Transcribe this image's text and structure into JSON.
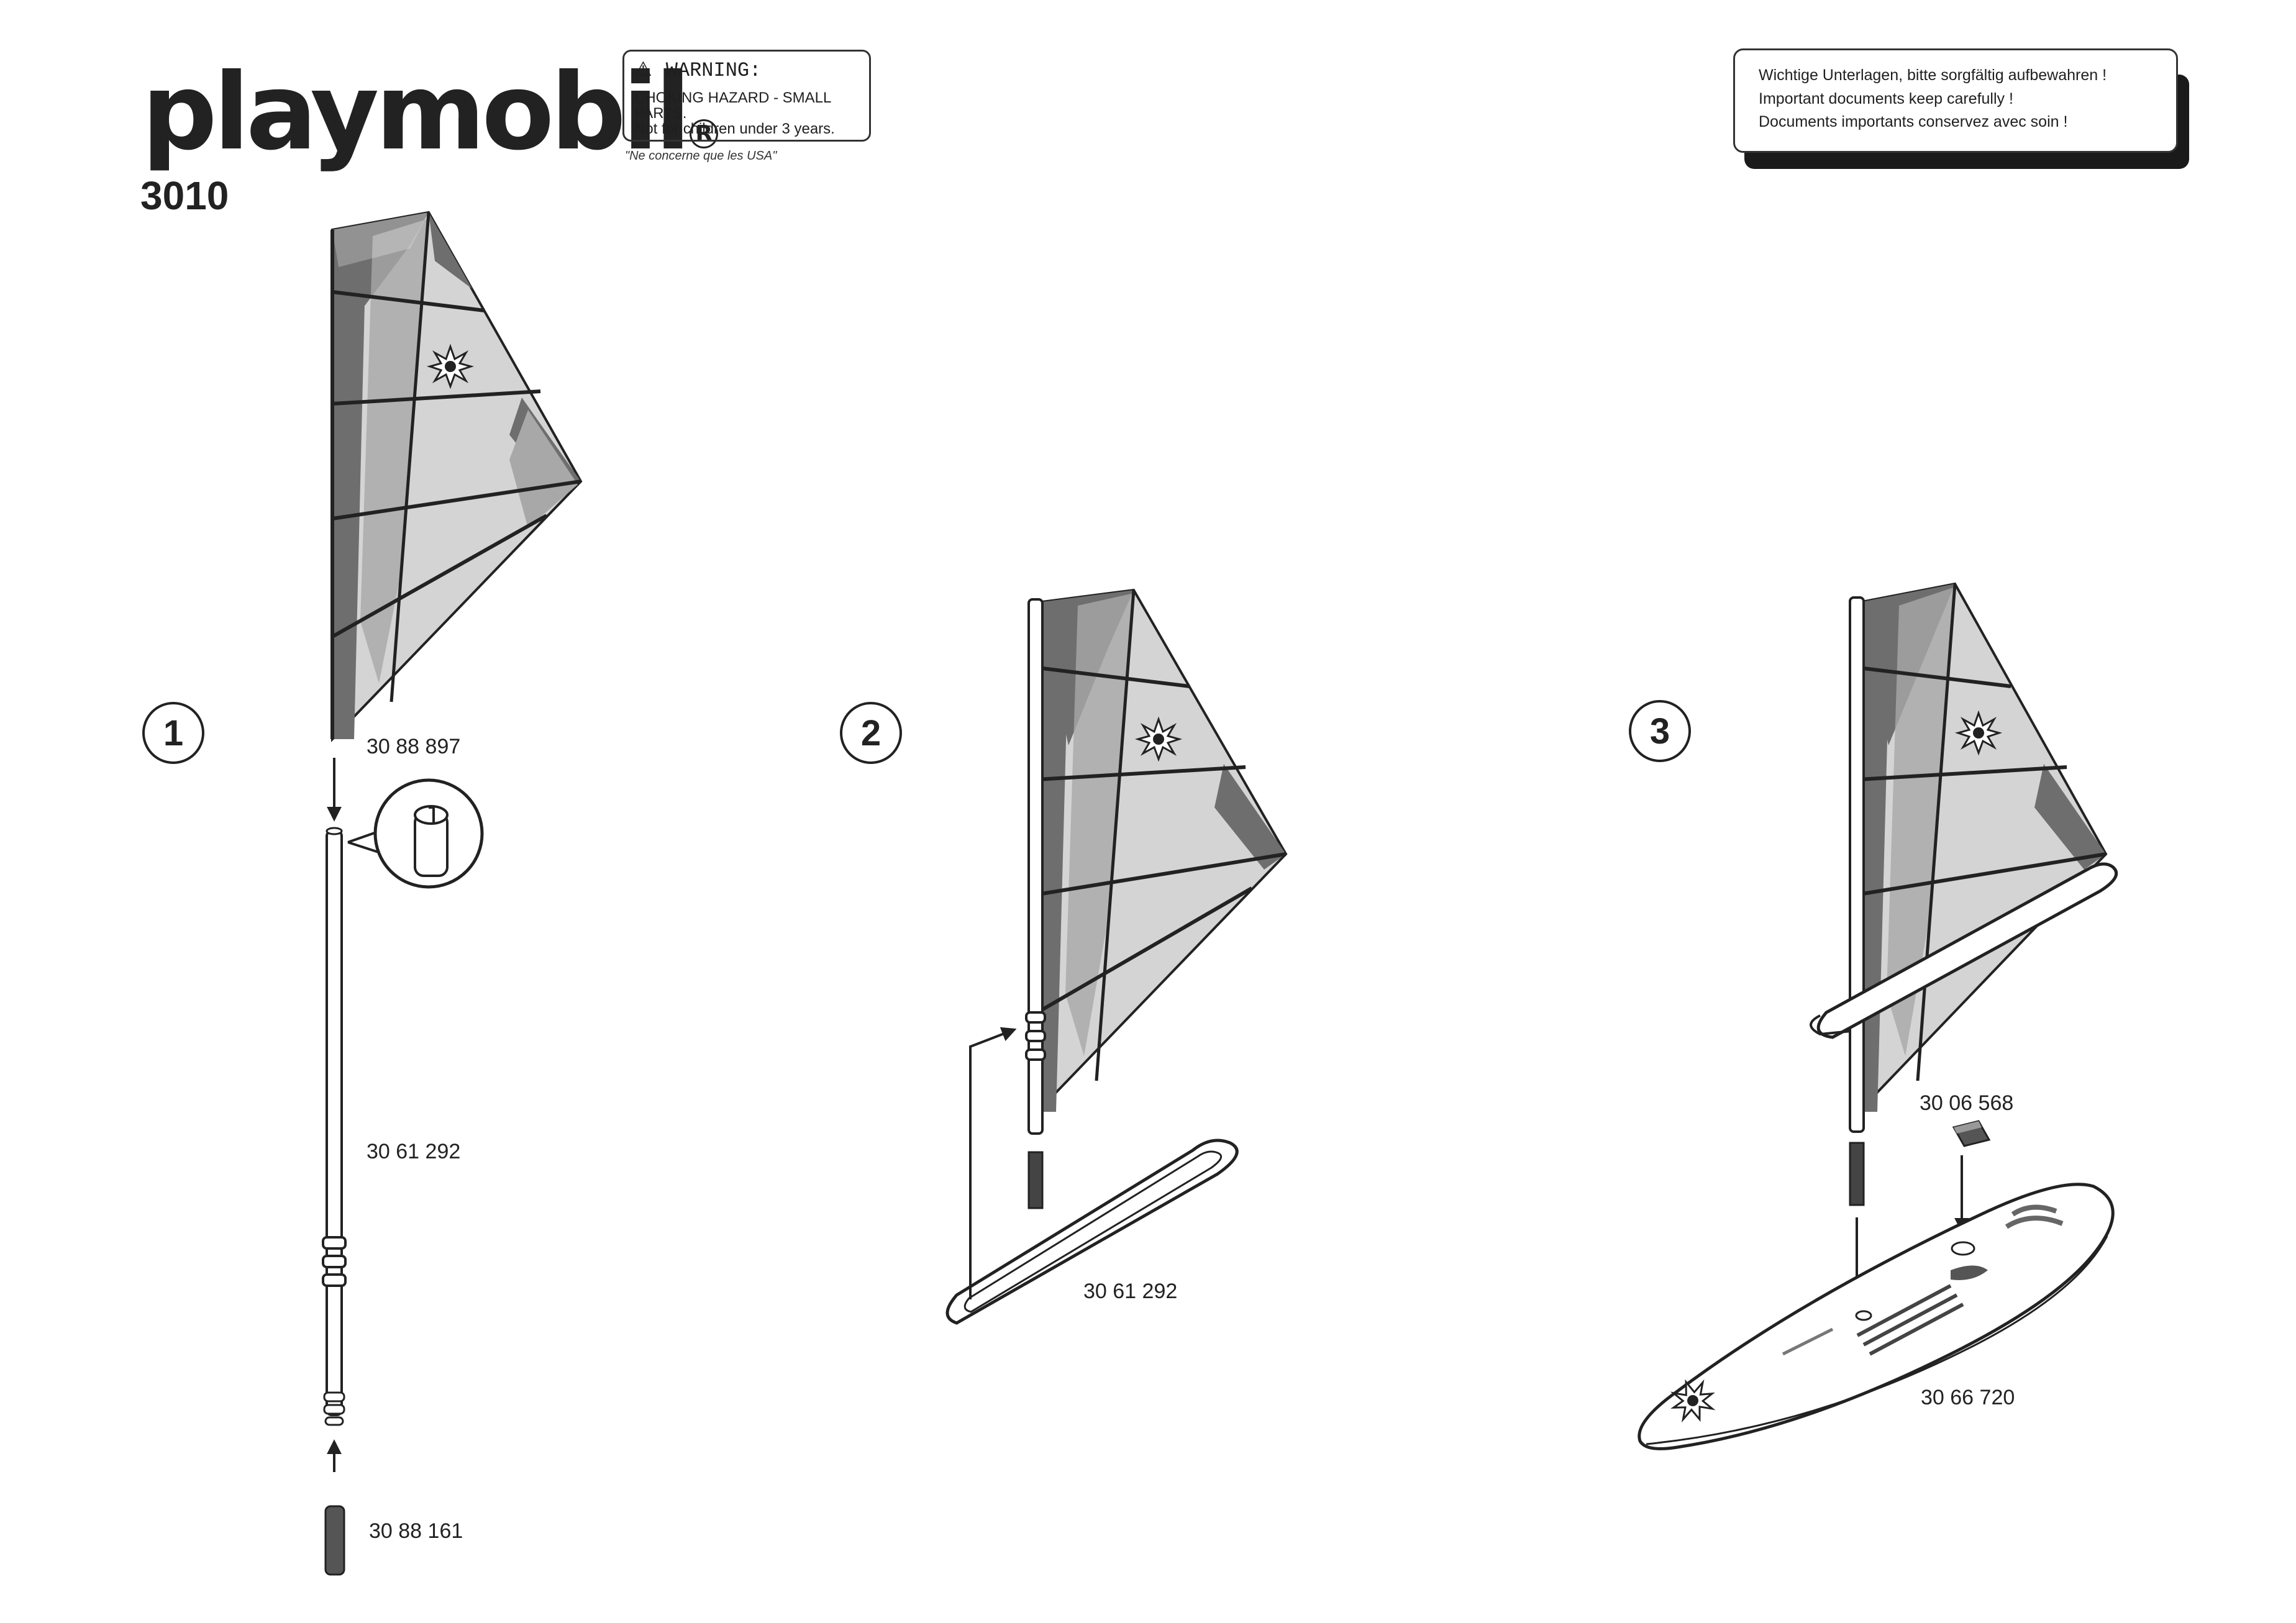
{
  "header": {
    "brand": "playmobil",
    "brand_reg": "R",
    "model_number": "3010"
  },
  "warning": {
    "title": "WARNING:",
    "line1": "CHOKING HAZARD - SMALL PARTS.",
    "line2": "Not for children under 3 years.",
    "note": "\"Ne concerne que les USA\""
  },
  "documents": {
    "de": "Wichtige Unterlagen, bitte sorgfältig aufbewahren !",
    "en": "Important documents keep carefully !",
    "fr": "Documents importants conservez avec soin !"
  },
  "steps": [
    {
      "number": "1",
      "parts": [
        "30 88 897",
        "30 61 292",
        "30 88 161"
      ]
    },
    {
      "number": "2",
      "parts": [
        "30 61 292"
      ]
    },
    {
      "number": "3",
      "parts": [
        "30 06 568",
        "30 66 720"
      ]
    }
  ],
  "colors": {
    "ink": "#222222",
    "sail_dark": "#6e6e6e",
    "sail_mid": "#a8a8a8",
    "sail_light": "#d4d4d4"
  }
}
